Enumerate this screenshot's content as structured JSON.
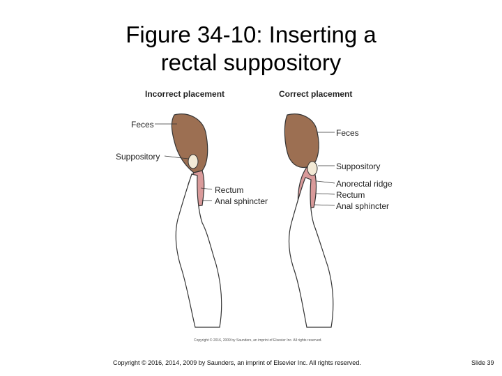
{
  "slide": {
    "title_line1": "Figure 34-10: Inserting a",
    "title_line2": "rectal suppository",
    "copyright": "Copyright © 2016, 2014, 2009 by Saunders, an imprint of Elsevier Inc. All rights reserved.",
    "slide_number": "Slide 39"
  },
  "figure": {
    "left_panel": {
      "heading": "Incorrect placement",
      "labels": [
        "Feces",
        "Suppository",
        "Rectum",
        "Anal sphincter"
      ]
    },
    "right_panel": {
      "heading": "Correct placement",
      "labels": [
        "Feces",
        "Suppository",
        "Anorectal ridge",
        "Rectum",
        "Anal sphincter"
      ]
    },
    "image_credit": "Copyright © 2016, 2009 by Saunders, an imprint of Elsevier Inc. All rights reserved.",
    "colors": {
      "feces": "#9c6f52",
      "rectum": "#d99a9a",
      "suppository": "#f3ead6",
      "outline": "#333333"
    }
  }
}
